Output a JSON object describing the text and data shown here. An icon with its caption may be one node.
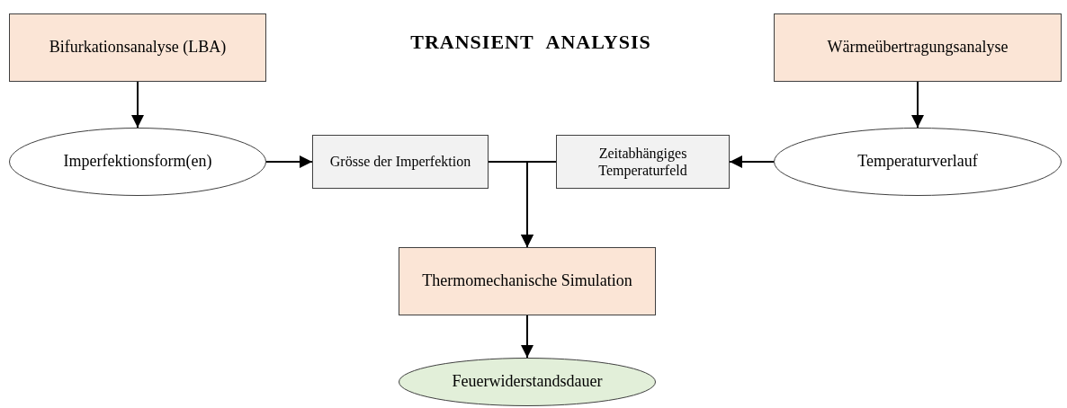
{
  "diagram": {
    "title": "TRANSIENT ANALYSIS",
    "nodes": [
      {
        "text": [
          "Bifurkationsanalyse (LBA)"
        ]
      },
      {
        "text": [
          "Wärmeübertragungsanalyse"
        ]
      },
      {
        "text": [
          "Imperfektionsform(en)"
        ]
      },
      {
        "text": [
          "Grösse der Imperfektion"
        ]
      },
      {
        "text": [
          "Zeitabhängiges Temperaturfeld"
        ]
      },
      {
        "text": [
          "Temperaturverlauf"
        ]
      },
      {
        "text": [
          "Thermomechanische Simulation"
        ]
      },
      {
        "text": [
          "Feuerwiderstandsdauer"
        ]
      }
    ],
    "edges": [
      {
        "from": 0,
        "to": 2,
        "arrow": "to"
      },
      {
        "from": 1,
        "to": 5,
        "arrow": "to"
      },
      {
        "from": 2,
        "to": 3,
        "arrow": "to"
      },
      {
        "from": 5,
        "to": 4,
        "arrow": "to"
      },
      {
        "from": 3,
        "to": 6,
        "arrow": "to"
      },
      {
        "from": 4,
        "to": 6,
        "arrow": "to"
      },
      {
        "from": 6,
        "to": 7,
        "arrow": "to"
      }
    ]
  }
}
